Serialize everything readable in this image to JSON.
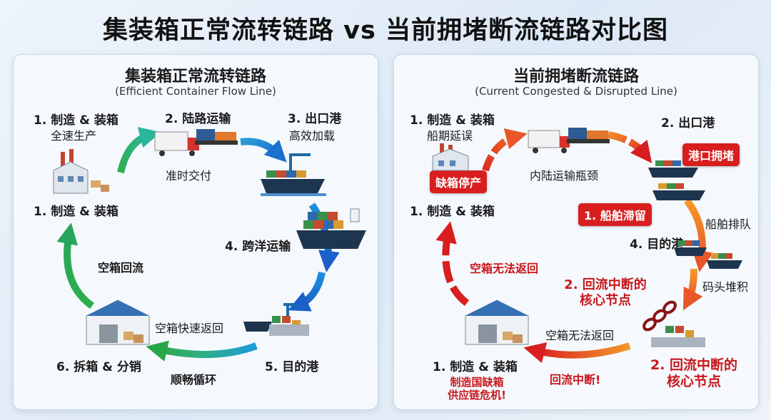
{
  "main_title": "集装箱正常流转链路 vs 当前拥堵断流链路对比图",
  "left": {
    "title": "集装箱正常流转链路",
    "subtitle": "(Efficient Container Flow Line)",
    "step1_label": "1. 制造 & 装箱",
    "step1_sub": "全速生产",
    "step1_bottom": "1. 制造 & 装箱",
    "step2_label": "2. 陆路运输",
    "step2_sub": "准时交付",
    "step3_label": "3. 出口港",
    "step3_sub": "高效加载",
    "step4_label": "4. 跨洋运输",
    "step5_label": "5. 目的港",
    "step6_label": "6. 拆箱 & 分销",
    "empty_return": "空箱回流",
    "empty_fast": "空箱快速返回",
    "smooth": "顺畅循环"
  },
  "right": {
    "title": "当前拥堵断流链路",
    "subtitle": "(Current Congested & Disrupted Line)",
    "step1_label": "1. 制造 & 装箱",
    "step1_sub": "船期延误",
    "shortage_badge": "缺箱停产",
    "step1_bottom": "1. 制造 & 装箱",
    "inland": "内陆运输瓶颈",
    "step2_label": "2. 出口港",
    "port_congest_badge": "港口拥堵",
    "ship_stuck_badge": "1. 船舶滞留",
    "ship_queue": "船舶排队",
    "step4_label": "4. 目的港",
    "dock_pile": "码头堆积",
    "break_node_a": "2. 回流中断的",
    "break_node_b": "核心节点",
    "cannot_return_red": "空箱无法返回",
    "cannot_return": "空箱无法返回",
    "mfg_label": "1. 制造 & 装箱",
    "mfg_crisis_a": "制造国缺箱",
    "mfg_crisis_b": "供应链危机!",
    "backflow_break": "回流中断!",
    "break_node2_a": "2. 回流中断的",
    "break_node2_b": "核心节点"
  }
}
